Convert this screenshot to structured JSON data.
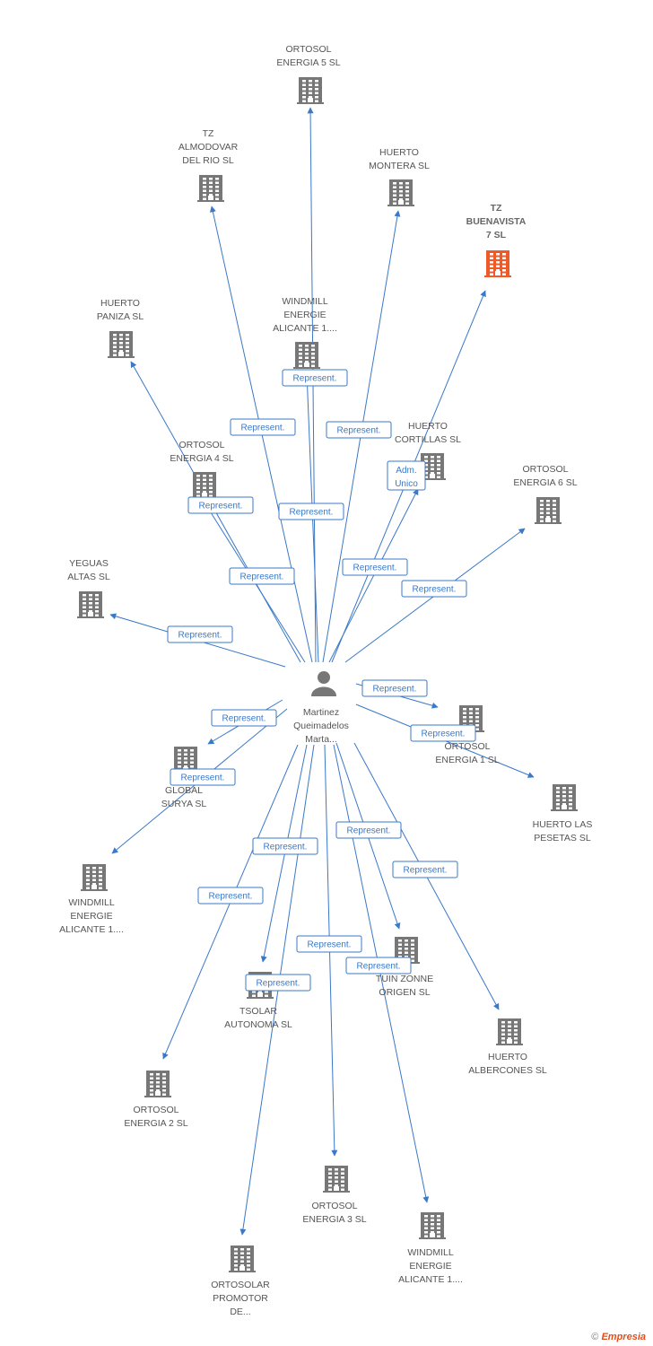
{
  "colors": {
    "edge": "#3a78c8",
    "building": "#777777",
    "highlight": "#f05a28",
    "person": "#777777"
  },
  "center": {
    "name_lines": [
      "Martinez",
      "Queimadelos",
      "Marta..."
    ],
    "icon": "person-icon"
  },
  "nodes": [
    {
      "id": "n1",
      "lines": [
        "ORTOSOL",
        "ENERGIA 5 SL"
      ]
    },
    {
      "id": "n2",
      "lines": [
        "TZ",
        "ALMODOVAR",
        "DEL RIO SL"
      ]
    },
    {
      "id": "n3",
      "lines": [
        "HUERTO",
        "MONTERA SL"
      ]
    },
    {
      "id": "n4",
      "lines": [
        "TZ",
        "BUENAVISTA",
        "7 SL"
      ],
      "highlight": true
    },
    {
      "id": "n5",
      "lines": [
        "HUERTO",
        "PANIZA SL"
      ]
    },
    {
      "id": "n6",
      "lines": [
        "WINDMILL",
        "ENERGIE",
        "ALICANTE 1...."
      ]
    },
    {
      "id": "n7",
      "lines": [
        "HUERTO",
        "CORTILLAS SL"
      ]
    },
    {
      "id": "n8",
      "lines": [
        "ORTOSOL",
        "ENERGIA 4 SL"
      ]
    },
    {
      "id": "n9",
      "lines": [
        "ORTOSOL",
        "ENERGIA 6 SL"
      ]
    },
    {
      "id": "n10",
      "lines": [
        "YEGUAS",
        "ALTAS SL"
      ]
    },
    {
      "id": "n11",
      "lines": [
        "ORTOSOL",
        "ENERGIA 1 SL"
      ]
    },
    {
      "id": "n12",
      "lines": [
        "GLOBAL",
        "SURYA SL"
      ]
    },
    {
      "id": "n13",
      "lines": [
        "HUERTO LAS",
        "PESETAS SL"
      ]
    },
    {
      "id": "n14",
      "lines": [
        "WINDMILL",
        "ENERGIE",
        "ALICANTE 1...."
      ]
    },
    {
      "id": "n15",
      "lines": [
        "TUIN ZONNE",
        "ORIGEN SL"
      ]
    },
    {
      "id": "n16",
      "lines": [
        "TSOLAR",
        "AUTONOMA  SL"
      ]
    },
    {
      "id": "n17",
      "lines": [
        "HUERTO",
        "ALBERCONES SL"
      ]
    },
    {
      "id": "n18",
      "lines": [
        "ORTOSOL",
        "ENERGIA 2 SL"
      ]
    },
    {
      "id": "n19",
      "lines": [
        "ORTOSOL",
        "ENERGIA 3 SL"
      ]
    },
    {
      "id": "n20",
      "lines": [
        "WINDMILL",
        "ENERGIE",
        "ALICANTE 1...."
      ]
    },
    {
      "id": "n21",
      "lines": [
        "ORTOSOLAR",
        "PROMOTOR",
        "DE..."
      ]
    }
  ],
  "edges": [
    {
      "to": "n1",
      "label": "Represent."
    },
    {
      "to": "n2",
      "label": "Represent."
    },
    {
      "to": "n3",
      "label": "Represent."
    },
    {
      "to": "n4",
      "label": "Adm.|Unico"
    },
    {
      "to": "n5",
      "label": "Represent."
    },
    {
      "to": "n6",
      "label": "Represent."
    },
    {
      "to": "n7",
      "label": "Represent."
    },
    {
      "to": "n8",
      "label": "Represent."
    },
    {
      "to": "n9",
      "label": "Represent."
    },
    {
      "to": "n10",
      "label": "Represent."
    },
    {
      "to": "n11",
      "label": "Represent."
    },
    {
      "to": "n12",
      "label": "Represent."
    },
    {
      "to": "n13",
      "label": "Represent."
    },
    {
      "to": "n14",
      "label": "Represent."
    },
    {
      "to": "n15",
      "label": "Represent."
    },
    {
      "to": "n16",
      "label": "Represent."
    },
    {
      "to": "n17",
      "label": "Represent."
    },
    {
      "to": "n18",
      "label": "Represent."
    },
    {
      "to": "n19",
      "label": "Represent."
    },
    {
      "to": "n20",
      "label": "Represent."
    },
    {
      "to": "n21",
      "label": "Represent."
    }
  ],
  "footer": {
    "copyright": "©",
    "brand": "Empresia"
  }
}
